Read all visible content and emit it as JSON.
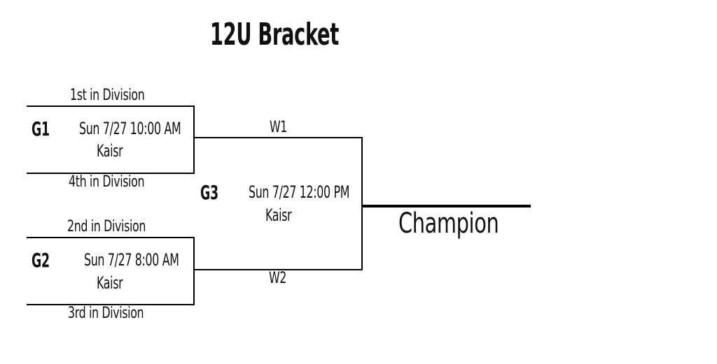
{
  "title": "12U Bracket",
  "games": {
    "g1": {
      "id": "G1",
      "time": "Sun 7/27  10:00 AM",
      "venue": "Kaisr",
      "top_slot": "1st in Division",
      "bottom_slot": "4th in Division"
    },
    "g2": {
      "id": "G2",
      "time": "Sun 7/27  8:00 AM",
      "venue": "Kaisr",
      "top_slot": "2nd in Division",
      "bottom_slot": "3rd in Division"
    },
    "g3": {
      "id": "G3",
      "time": "Sun 7/27  12:00 PM",
      "venue": "Kaisr",
      "top_slot": "W1",
      "bottom_slot": "W2"
    }
  },
  "champion_label": "Champion"
}
